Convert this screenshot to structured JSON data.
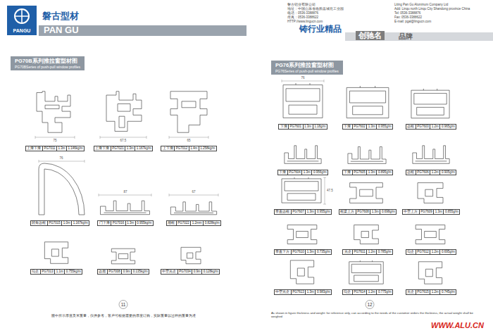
{
  "diagram": {
    "nodes": [
      {
        "text": [
          "PG70B系列推拉窗型材图",
          "PG70BSeries of push-pull window profiles"
        ]
      },
      {
        "text": [
          "PG76系列推拉窗型材图",
          "PG76Series of push-pull window profiles"
        ]
      },
      {
        "text": [
          "创驰名"
        ]
      },
      {
        "text": [
          "上滑下滑",
          "PG7011",
          "1.3m",
          "1.146kg/m"
        ]
      },
      {
        "text": [
          "上滑下滑",
          "PG7021",
          "1.3m",
          "1.167kg/m"
        ]
      },
      {
        "text": [
          "上下滑",
          "PG7012",
          "1.4m",
          "1.258kg/m"
        ]
      },
      {
        "text": [
          "转角边框",
          "PG7015",
          "1.0m",
          "1.167kg/m"
        ]
      },
      {
        "text": [
          "门下滑",
          "PG7016",
          "1.3m",
          "0.955kg/m"
        ]
      },
      {
        "text": [
          "扇框",
          "PG7022",
          "1.2mm",
          "0.828kg/m"
        ]
      },
      {
        "text": [
          "勾企",
          "PG7013",
          "1.1m",
          "0.755kg/m"
        ]
      },
      {
        "text": [
          "边扇",
          "PG7008",
          "0.9m",
          "0.135kg/m"
        ]
      },
      {
        "text": [
          "中空光企",
          "PG7034",
          "0.9m",
          "0.128kg/m"
        ]
      },
      {
        "text": [
          "下滑",
          "PG7601",
          "1.3m",
          "1.18g/m"
        ]
      },
      {
        "text": [
          "下滑",
          "PG7602",
          "1.3m",
          "0.955g/m"
        ]
      },
      {
        "text": [
          "边框",
          "PG7603",
          "1.2m",
          "0.965g/m"
        ]
      },
      {
        "text": [
          "下滑",
          "PG7604",
          "1.3m",
          "0.956g/m"
        ]
      },
      {
        "text": [
          "下滑",
          "PG7605",
          "1.3m",
          "0.895g/m"
        ]
      },
      {
        "text": [
          "边框",
          "PG7606",
          "1.2m",
          "0.905g/m"
        ]
      },
      {
        "text": [
          "带盖边框",
          "PG7607",
          "1.3m",
          "0.955g/m"
        ]
      },
      {
        "text": [
          "框梁上方",
          "PG7608",
          "1.3m",
          "0.698g/m"
        ]
      },
      {
        "text": [
          "中空上方",
          "PG7609",
          "1.3m",
          "0.855g/m"
        ]
      },
      {
        "text": [
          "带盖下方",
          "PG7610",
          "1.3m",
          "0.735g/m"
        ]
      },
      {
        "text": [
          "光企",
          "PG7611",
          "1.2m",
          "0.785g/m"
        ]
      },
      {
        "text": [
          "勾企",
          "PG7612",
          "1.2m",
          "0.695g/m"
        ]
      },
      {
        "text": [
          "中空光企",
          "PG7613",
          "1.3m",
          "0.983g/m"
        ]
      },
      {
        "text": [
          "勾企",
          "PG7614",
          "1.2m",
          "0.775g/m"
        ]
      },
      {
        "text": [
          "光企",
          "PG7615",
          "1.2m",
          "0.745g/m"
        ]
      }
    ],
    "labels": [
      "PANGU",
      "磐古型材",
      "PAN GU",
      "磐古铝业有限公司",
      "Liting Pan Gu Aluminum Company Ltd",
      "地址：中国山东省临朐县城北工业园",
      "Add: Linqu north Linqu City Shandong province China",
      "电话：0536-3388876",
      "Tel: 0536-3388876",
      "传真：0536-3388622",
      "Fax: 0536-3388622",
      "HTTP://www.lingucn.com",
      "E-mail: pgal@lingucn.com",
      "铸行业精品",
      "品牌",
      "11",
      "12",
      "图中所示厚度及米重量，仅供参考，客户可根据需要的厚度订购，实际重量以过秤的重量为准",
      "As shown in figure thickness and weight: for reference only, can according to the needs of the customer orders the thickness, the actual weight shall be weighed",
      "WWW.ALU.CN",
      "75",
      "67.5",
      "65",
      "76",
      "87",
      "67",
      "76",
      "47.5"
    ]
  }
}
